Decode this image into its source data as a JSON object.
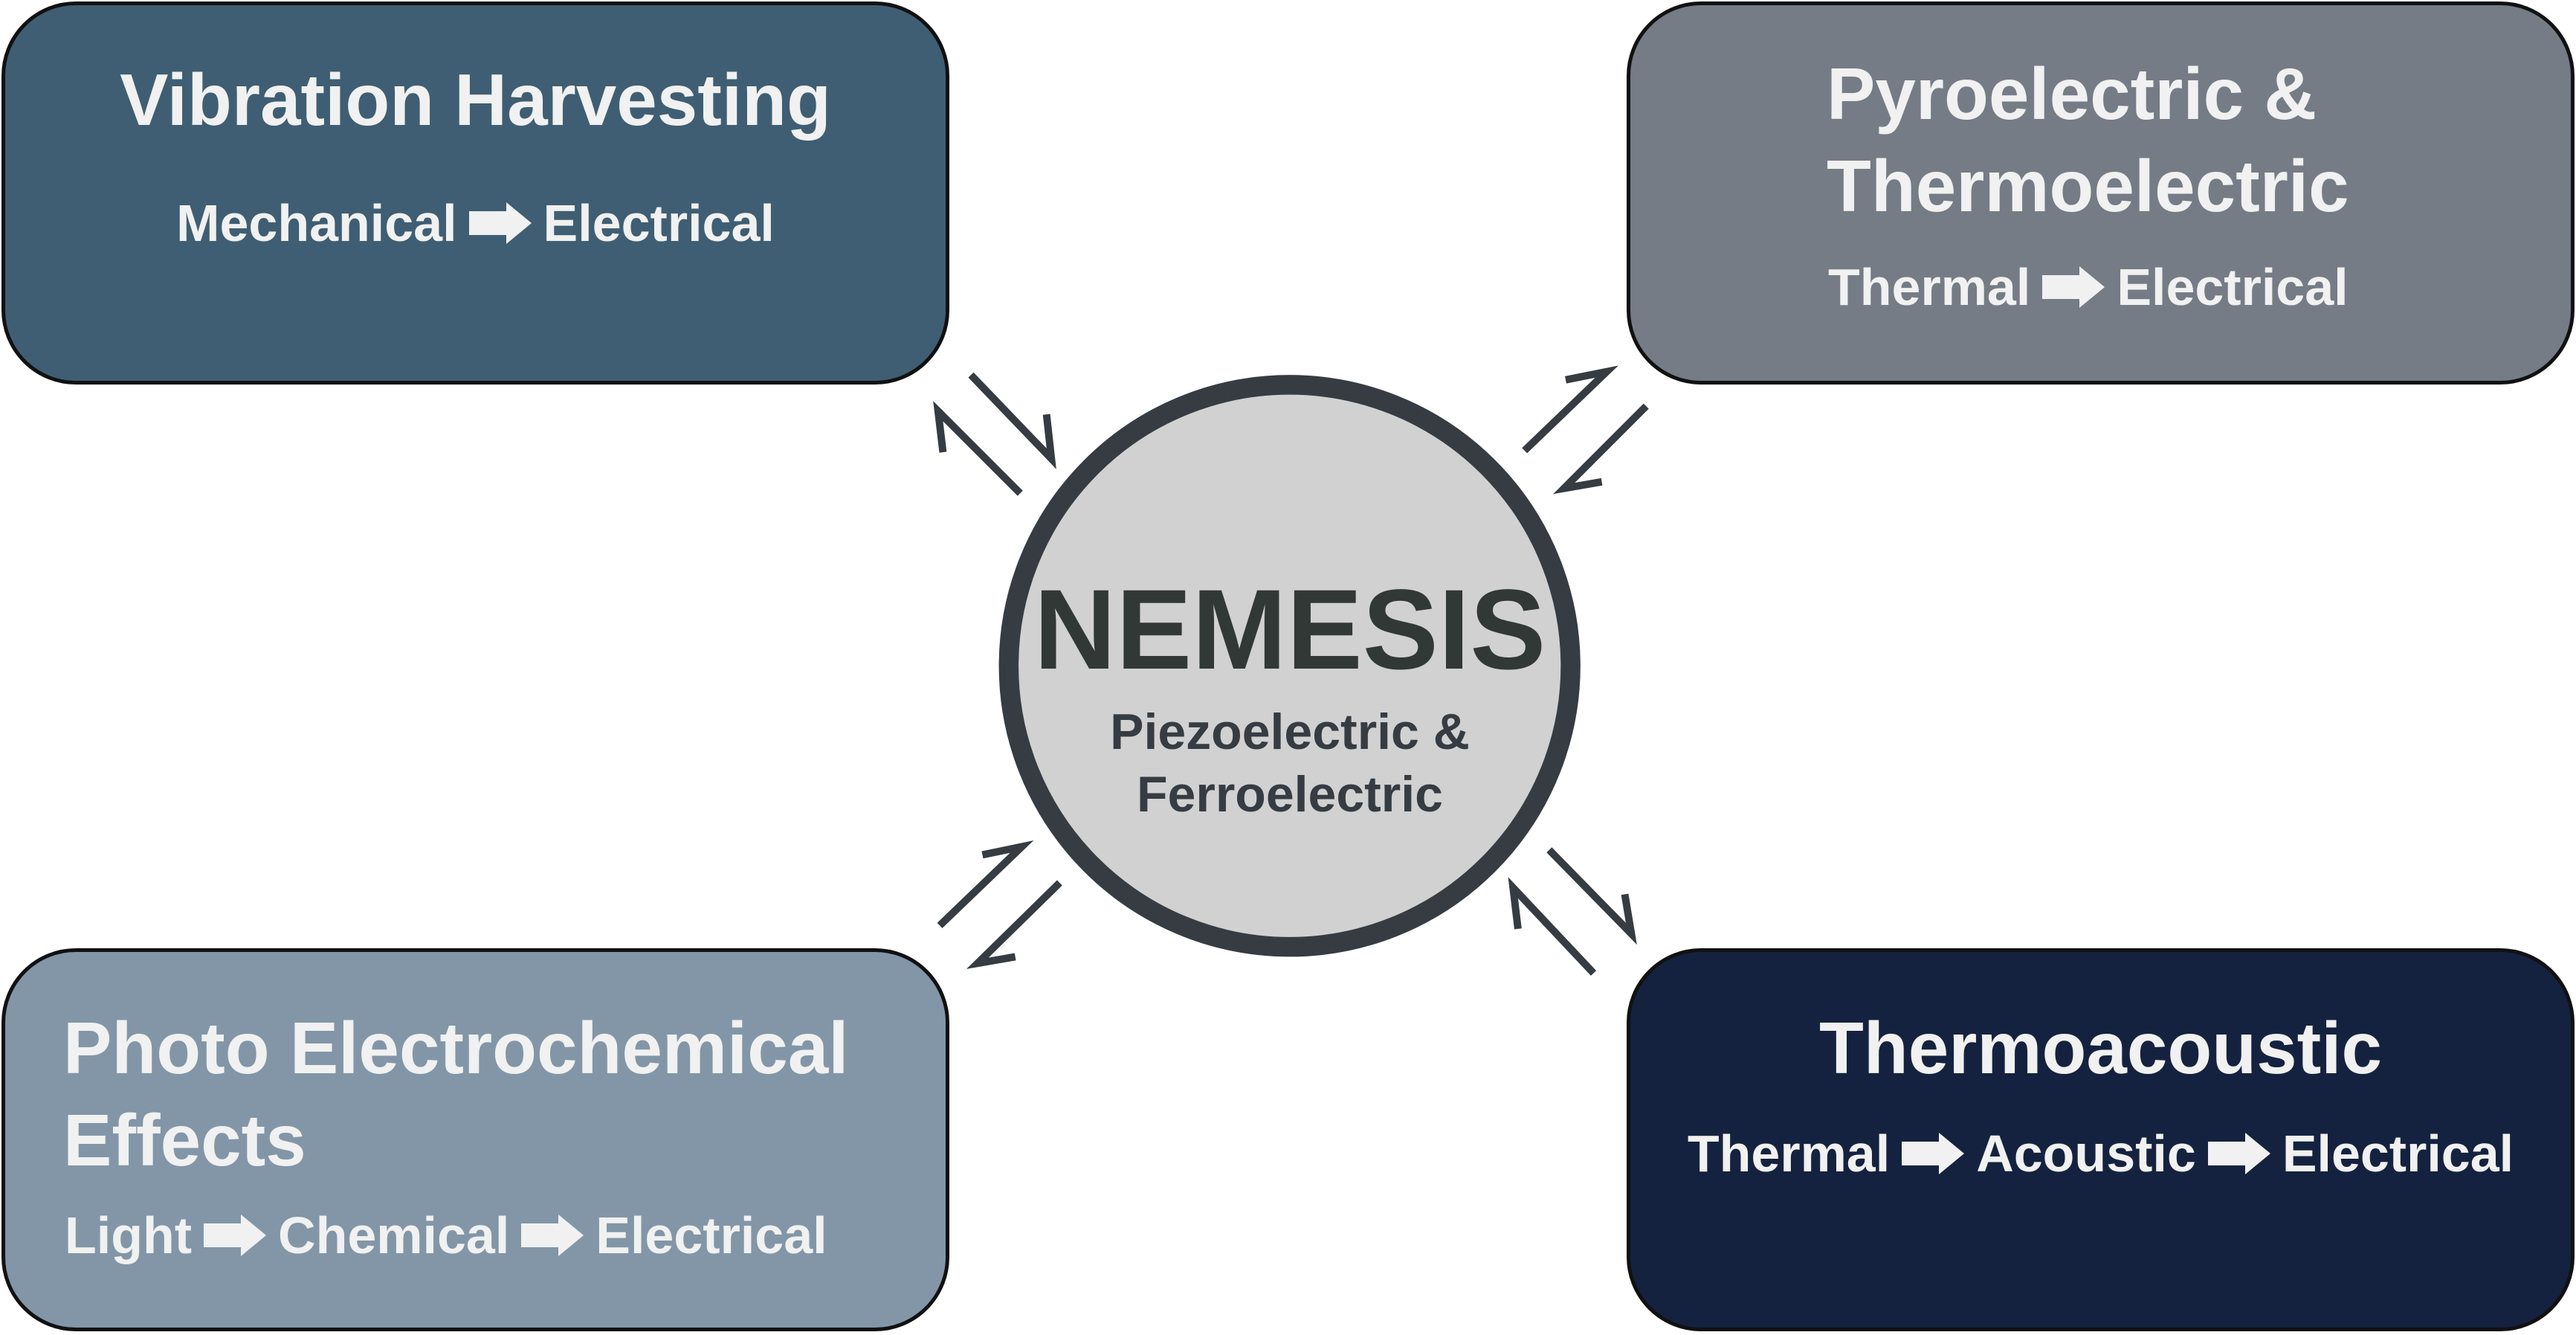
{
  "colors": {
    "vibration": "#3f5e73",
    "pyro": "#767c86",
    "photo": "#8296a8",
    "thermoacoustic": "#15223f",
    "hub_fill": "#d1d1d1",
    "hub_stroke": "#363c42",
    "text_light": "#f0f1f0",
    "text_dark": "#323836"
  },
  "hub": {
    "title": "NEMESIS",
    "line1": "Piezoelectric &",
    "line2": "Ferroelectric"
  },
  "boxes": {
    "vibration": {
      "title": "Vibration Harvesting",
      "chain": [
        "Mechanical",
        "Electrical"
      ]
    },
    "pyro": {
      "title_line1": "Pyroelectric &",
      "title_line2": "Thermoelectric",
      "chain": [
        "Thermal",
        "Electrical"
      ]
    },
    "photo": {
      "title_line1": "Photo Electrochemical",
      "title_line2": "Effects",
      "chain": [
        "Light",
        "Chemical",
        "Electrical"
      ]
    },
    "thermoacoustic": {
      "title": "Thermoacoustic",
      "chain": [
        "Thermal",
        "Acoustic",
        "Electrical"
      ]
    }
  },
  "icons": {
    "chain_arrow": "block-arrow-right",
    "exchange_arrow": "half-arrow-pair"
  }
}
